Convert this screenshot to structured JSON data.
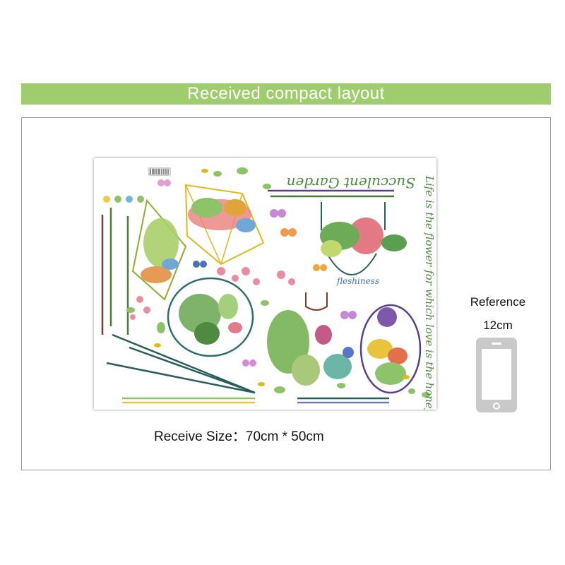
{
  "banner": {
    "title": "Received compact layout",
    "color": "#9fcd6d"
  },
  "sheet": {
    "heading": "Succulent Garden",
    "side_quote": "Life is the flower for which love is the honey.",
    "pot_label": "fleshiness"
  },
  "size_label": "Receive Size：70cm * 50cm",
  "reference": {
    "title": "Reference",
    "size": "12cm",
    "icon": "smartphone-icon"
  }
}
